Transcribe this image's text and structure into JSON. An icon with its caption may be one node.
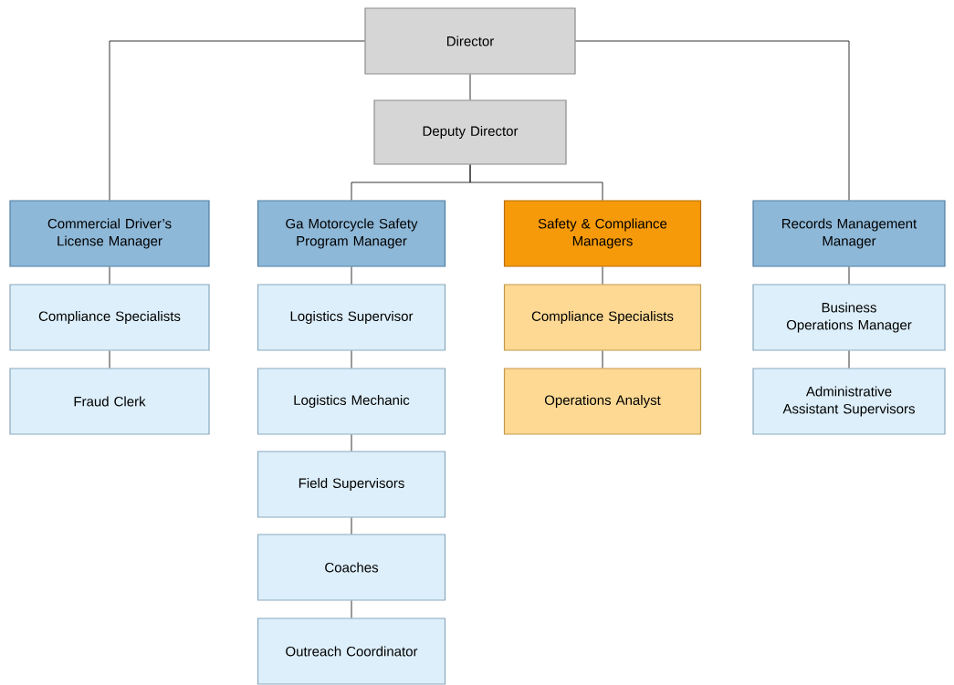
{
  "diagram": {
    "nodes": [
      {
        "text": [
          "Director"
        ]
      },
      {
        "text": [
          "Deputy Director"
        ]
      },
      {
        "text": [
          "Commercial Driver’s License Manager"
        ]
      },
      {
        "text": [
          "Ga Motorcycle Safety Program Manager"
        ]
      },
      {
        "text": [
          "Safety & Compliance Managers"
        ]
      },
      {
        "text": [
          "Records Management Manager"
        ]
      },
      {
        "text": [
          "Compliance Specialists"
        ]
      },
      {
        "text": [
          "Fraud Clerk"
        ]
      },
      {
        "text": [
          "Logistics Supervisor"
        ]
      },
      {
        "text": [
          "Logistics Mechanic"
        ]
      },
      {
        "text": [
          "Field Supervisors"
        ]
      },
      {
        "text": [
          "Coaches"
        ]
      },
      {
        "text": [
          "Outreach Coordinator"
        ]
      },
      {
        "text": [
          "Compliance Specialists"
        ]
      },
      {
        "text": [
          "Operations Analyst"
        ]
      },
      {
        "text": [
          "Business Operations Manager"
        ]
      },
      {
        "text": [
          "Administrative Assistant Supervisors"
        ]
      }
    ],
    "edges": [
      {
        "from": 0,
        "to": 1,
        "arrow": "none"
      },
      {
        "from": 0,
        "to": 2,
        "arrow": "none"
      },
      {
        "from": 0,
        "to": 5,
        "arrow": "none"
      },
      {
        "from": 1,
        "to": 3,
        "arrow": "none"
      },
      {
        "from": 1,
        "to": 4,
        "arrow": "none"
      },
      {
        "from": 2,
        "to": 6,
        "arrow": "none"
      },
      {
        "from": 6,
        "to": 7,
        "arrow": "none"
      },
      {
        "from": 3,
        "to": 8,
        "arrow": "none"
      },
      {
        "from": 8,
        "to": 9,
        "arrow": "none"
      },
      {
        "from": 9,
        "to": 10,
        "arrow": "none"
      },
      {
        "from": 10,
        "to": 11,
        "arrow": "none"
      },
      {
        "from": 11,
        "to": 12,
        "arrow": "none"
      },
      {
        "from": 4,
        "to": 13,
        "arrow": "none"
      },
      {
        "from": 13,
        "to": 14,
        "arrow": "none"
      },
      {
        "from": 5,
        "to": 15,
        "arrow": "none"
      },
      {
        "from": 15,
        "to": 16,
        "arrow": "none"
      }
    ]
  }
}
